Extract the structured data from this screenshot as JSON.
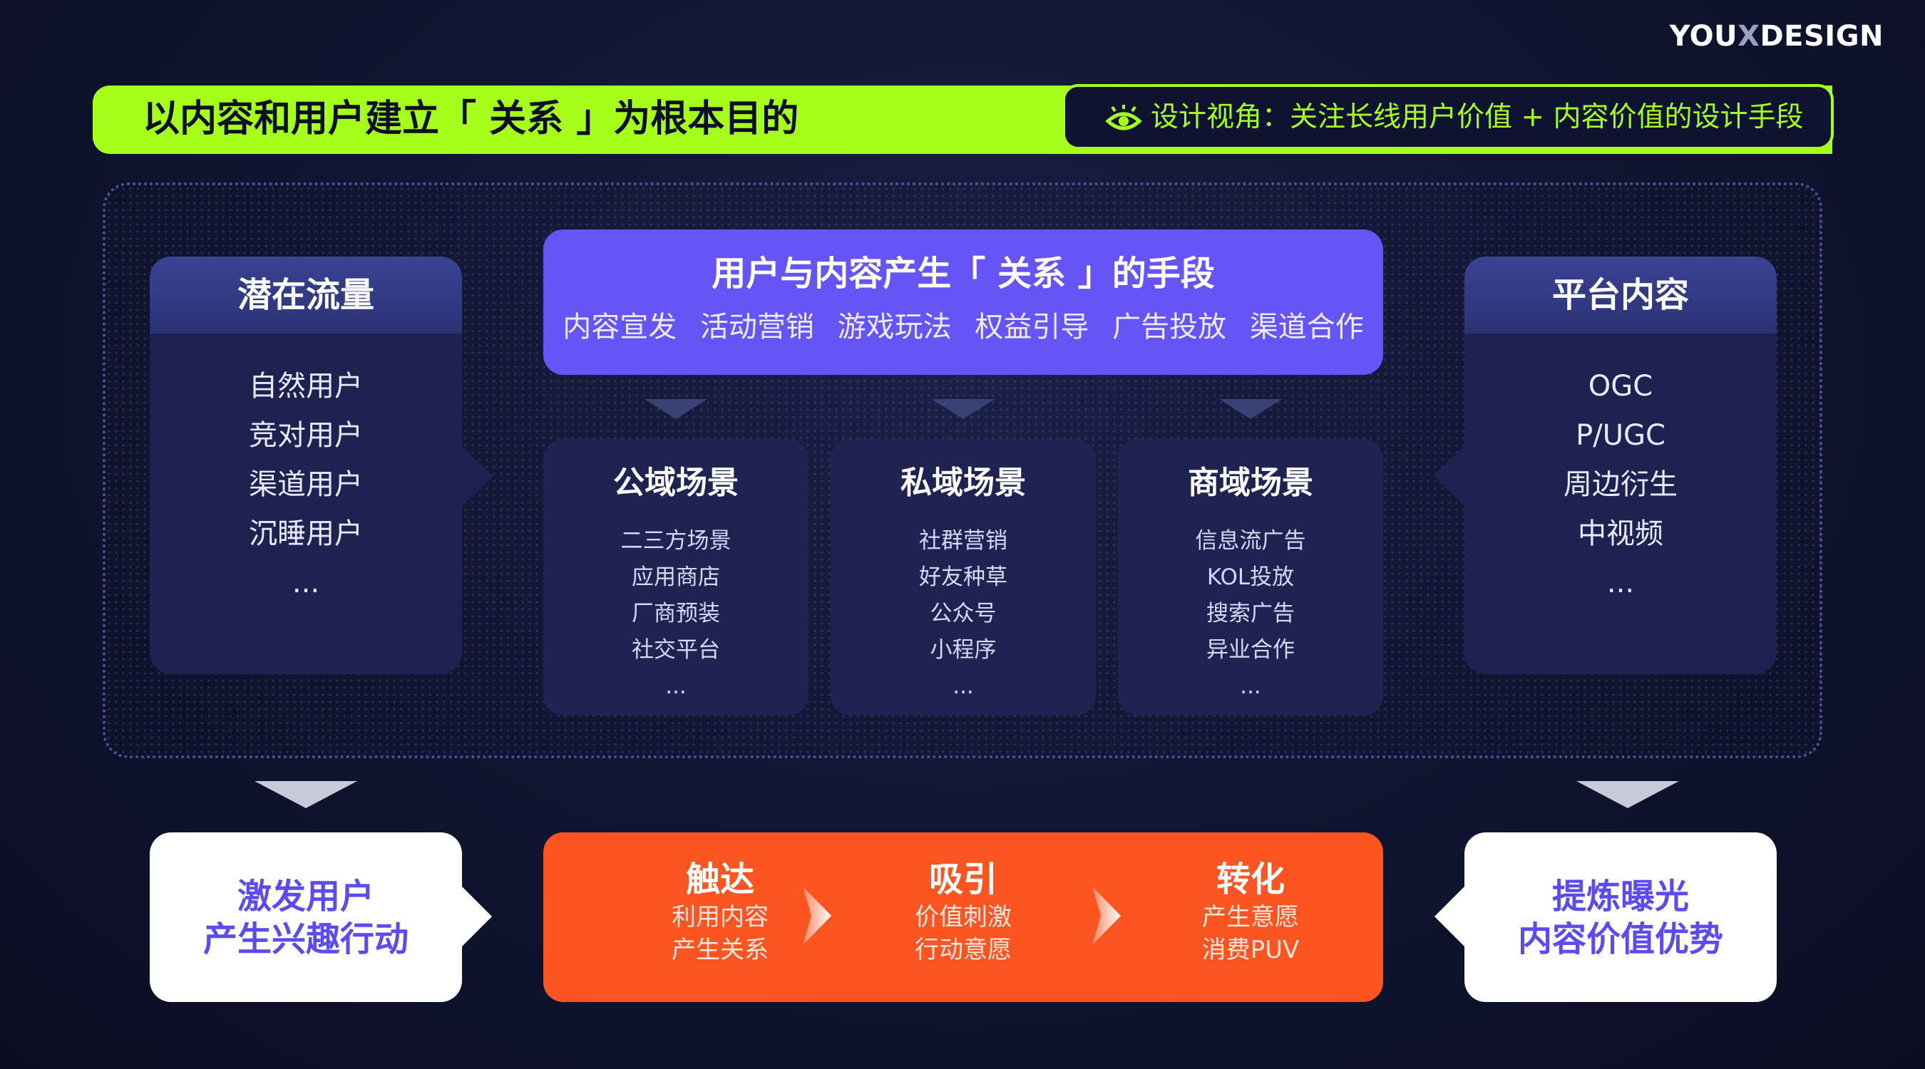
{
  "logo": {
    "pre": "YOU",
    "mid": "X",
    "post": "DESIGN"
  },
  "banner": {
    "title": "以内容和用户建立「 关系 」为根本目的",
    "note": "设计视角：关注长线用户价值 + 内容价值的设计手段",
    "note_icon": "eye-icon"
  },
  "left_card": {
    "title": "潜在流量",
    "items": [
      "自然用户",
      "竞对用户",
      "渠道用户",
      "沉睡用户",
      "..."
    ]
  },
  "right_card": {
    "title": "平台内容",
    "items": [
      "OGC",
      "P/UGC",
      "周边衍生",
      "中视频",
      "..."
    ]
  },
  "means": {
    "title": "用户与内容产生「 关系 」的手段",
    "items": [
      "内容宣发",
      "活动营销",
      "游戏玩法",
      "权益引导",
      "广告投放",
      "渠道合作"
    ]
  },
  "scenes": [
    {
      "title": "公域场景",
      "items": [
        "二三方场景",
        "应用商店",
        "厂商预装",
        "社交平台",
        "..."
      ]
    },
    {
      "title": "私域场景",
      "items": [
        "社群营销",
        "好友种草",
        "公众号",
        "小程序",
        "..."
      ]
    },
    {
      "title": "商域场景",
      "items": [
        "信息流广告",
        "KOL投放",
        "搜索广告",
        "异业合作",
        "..."
      ]
    }
  ],
  "bottom_left": {
    "line1": "激发用户",
    "line2": "产生兴趣行动"
  },
  "bottom_right": {
    "line1": "提炼曝光",
    "line2": "内容价值优势"
  },
  "flow": [
    {
      "title": "触达",
      "line1": "利用内容",
      "line2": "产生关系"
    },
    {
      "title": "吸引",
      "line1": "价值刺激",
      "line2": "行动意愿"
    },
    {
      "title": "转化",
      "line1": "产生意愿",
      "line2": "消费PUV"
    }
  ],
  "colors": {
    "accent_green": "#a6ff1a",
    "purple": "#6555f6",
    "orange": "#fc5521",
    "card_navy": "#1d2250",
    "text_purple": "#5b4bf0"
  }
}
